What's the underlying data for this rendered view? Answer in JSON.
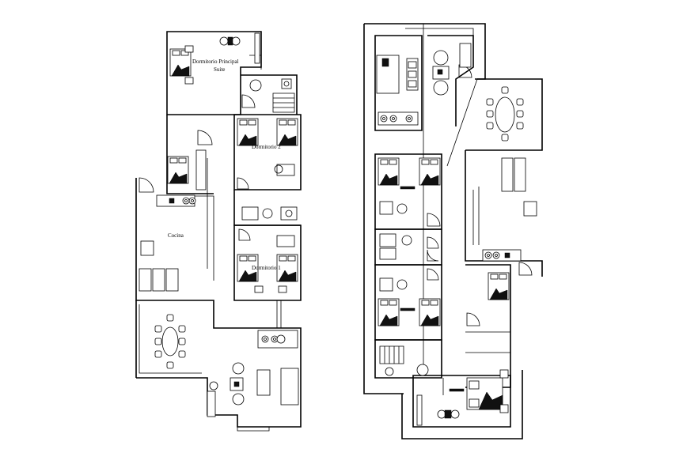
{
  "labels": {
    "master_line1": "Dormitorio Principal",
    "master_line2": "Suite",
    "bedroom2": "Dormitorio 2",
    "kitchen": "Cocina",
    "bedroom1": "Dormitorio 1"
  }
}
